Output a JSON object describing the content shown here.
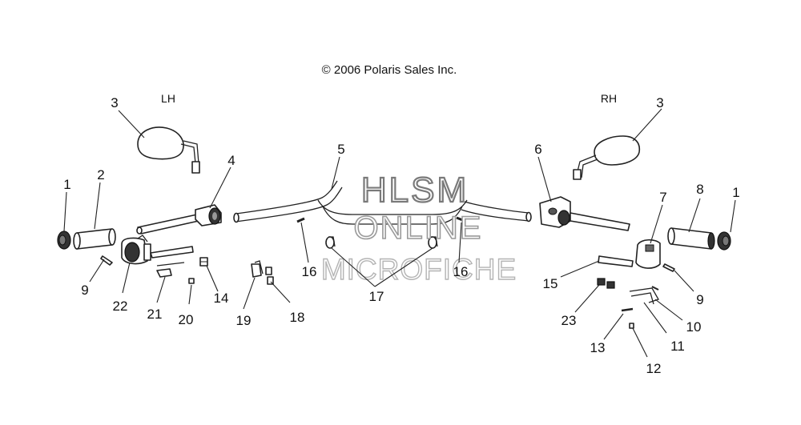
{
  "copyright": "© 2006 Polaris Sales Inc.",
  "side_labels": {
    "left": "LH",
    "right": "RH"
  },
  "watermark": {
    "line1": "HLSM",
    "line2": "ONLINE",
    "line3": "MICROFICHE"
  },
  "callouts": [
    "1",
    "2",
    "3",
    "4",
    "5",
    "6",
    "7",
    "8",
    "9",
    "10",
    "11",
    "12",
    "13",
    "14",
    "15",
    "16",
    "17",
    "18",
    "19",
    "20",
    "21",
    "22",
    "23"
  ]
}
